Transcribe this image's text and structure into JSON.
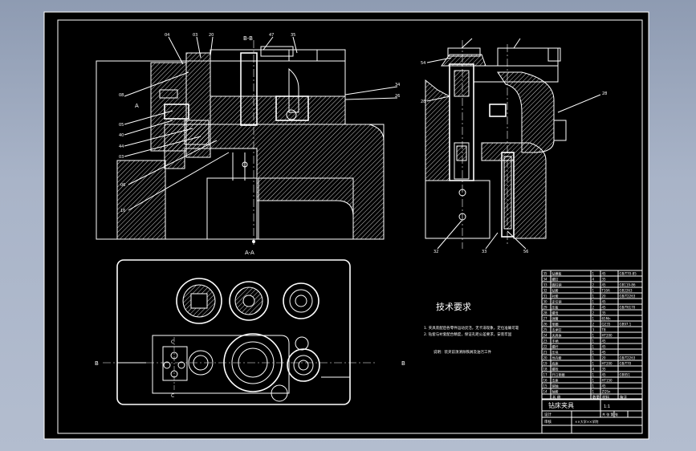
{
  "drawing": {
    "tech_title": "技术要求",
    "tech_notes": [
      "1. 夹具装配后各零件运动灵活，无卡滞现象，定位准确可靠",
      "2. 钻套与衬套配合精度，保证孔距公差要求，安装牢固",
      "说明：装夹前须清除铁屑及油污工件"
    ],
    "label_b_b": "B-B",
    "label_a_a": "A-A",
    "label_a": "A",
    "label_b_left": "B",
    "label_b_right": "B",
    "label_c_top": "C",
    "label_c_bot": "C",
    "balloons": [
      "04",
      "03",
      "20",
      "47",
      "35",
      "08",
      "05",
      "40",
      "44",
      "03",
      "06",
      "16",
      "34",
      "26",
      "54",
      "28",
      "28",
      "32",
      "33",
      "56"
    ]
  },
  "title_block": {
    "name": "钻床夹具",
    "scale": "1:1",
    "col_name": "名  称",
    "col_qty": "数量",
    "col_mat": "材料",
    "col_note": "备注",
    "sheet_label": "共 张  第 张",
    "school": "××大学××学院",
    "designer": "设计",
    "checker": "审核",
    "rows": [
      {
        "no": "35",
        "name": "钻模板",
        "qty": "1",
        "mat": "45",
        "note": "GB/T70-85"
      },
      {
        "no": "34",
        "name": "螺钉",
        "qty": "4",
        "mat": "35",
        "note": ""
      },
      {
        "no": "33",
        "name": "圆柱销",
        "qty": "2",
        "mat": "45",
        "note": "GB119-86"
      },
      {
        "no": "32",
        "name": "钻套",
        "qty": "1",
        "mat": "T10A",
        "note": "GB2263"
      },
      {
        "no": "31",
        "name": "衬套",
        "qty": "1",
        "mat": "20",
        "note": "GB/T2263"
      },
      {
        "no": "30",
        "name": "定位销",
        "qty": "1",
        "mat": "45",
        "note": ""
      },
      {
        "no": "29",
        "name": "压板",
        "qty": "2",
        "mat": "45",
        "note": "GB/T6170"
      },
      {
        "no": "28",
        "name": "螺母",
        "qty": "2",
        "mat": "35",
        "note": ""
      },
      {
        "no": "27",
        "name": "弹簧",
        "qty": "1",
        "mat": "65Mn",
        "note": ""
      },
      {
        "no": "26",
        "name": "垫圈",
        "qty": "2",
        "mat": "Q235",
        "note": "GB97.1"
      },
      {
        "no": "25",
        "name": "支承钉",
        "qty": "3",
        "mat": "T8",
        "note": ""
      },
      {
        "no": "24",
        "name": "夹具体",
        "qty": "1",
        "mat": "HT200",
        "note": ""
      },
      {
        "no": "23",
        "name": "手柄",
        "qty": "1",
        "mat": "45",
        "note": ""
      },
      {
        "no": "22",
        "name": "螺杆",
        "qty": "1",
        "mat": "45",
        "note": ""
      },
      {
        "no": "21",
        "name": "压块",
        "qty": "1",
        "mat": "45",
        "note": ""
      },
      {
        "no": "20",
        "name": "导向套",
        "qty": "1",
        "mat": "20",
        "note": "GB/T2263"
      },
      {
        "no": "19",
        "name": "底座",
        "qty": "1",
        "mat": "HT200",
        "note": "GB/T70"
      },
      {
        "no": "18",
        "name": "螺栓",
        "qty": "4",
        "mat": "35",
        "note": ""
      },
      {
        "no": "17",
        "name": "开口垫圈",
        "qty": "1",
        "mat": "45",
        "note": "GB851"
      },
      {
        "no": "16",
        "name": "支座",
        "qty": "1",
        "mat": "HT150",
        "note": ""
      },
      {
        "no": "15",
        "name": "销轴",
        "qty": "1",
        "mat": "45",
        "note": ""
      },
      {
        "no": "14",
        "name": "轴套",
        "qty": "1",
        "mat": "ZQSn",
        "note": ""
      }
    ]
  }
}
